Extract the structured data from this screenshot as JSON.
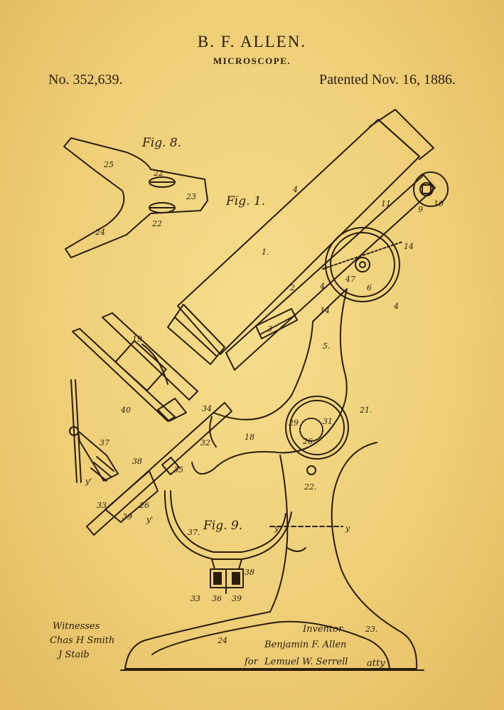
{
  "header": {
    "inventor": "B. F. ALLEN.",
    "title": "MICROSCOPE.",
    "patent_number": "No. 352,639.",
    "patent_date": "Patented Nov. 16, 1886."
  },
  "figures": {
    "fig8": "Fig. 8.",
    "fig1": "Fig. 1.",
    "fig9": "Fig. 9."
  },
  "reference_numerals": {
    "n1": "1.",
    "n2": "2",
    "n3": "3",
    "n4a": "4",
    "n4b": "4",
    "n5": "5.",
    "n6": "6",
    "n9": "9",
    "n10": "10",
    "n11": "11",
    "n14a": "14",
    "n14b": "14",
    "n18": "18",
    "n19": "19",
    "n21": "21.",
    "n22": "22.",
    "n22a": "22",
    "n22b": "22",
    "n23": "23",
    "n23b": "23.",
    "n24": "24",
    "n24b": "24",
    "n25": "25",
    "n26": "26",
    "n26b": "26",
    "n29": "29",
    "n31": "31",
    "n32": "32",
    "n33": "33",
    "n33b": "33",
    "n34": "34",
    "n35": "35",
    "n36": "36",
    "n37": "37",
    "n37b": "37.",
    "n38": "38",
    "n38b": "38",
    "n39": "39",
    "n39b": "39",
    "n40": "40",
    "n47": "47",
    "y1": "y'",
    "y2": "y'",
    "y3": "y",
    "y4": "y",
    "z4": "4"
  },
  "signatures": {
    "witnesses_label": "Witnesses",
    "witness_1": "Chas H Smith",
    "witness_2": "J Staib",
    "inventor_label": "Inventor",
    "inventor_signature": "Benjamin F. Allen",
    "attorney_prefix": "for",
    "attorney_signature": "Lemuel W. Serrell",
    "attorney_suffix": "atty"
  },
  "colors": {
    "paper": "#efcf78",
    "ink": "#2a1d0c"
  }
}
